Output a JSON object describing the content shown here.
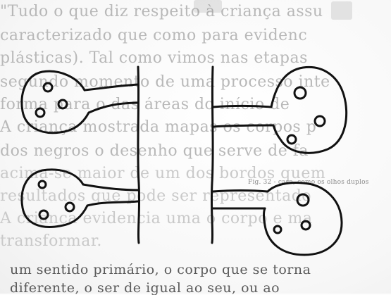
{
  "bleed_lines": [
    "\"Tudo o que diz respeito à criança assu",
    "caracterizado que como para evidenc",
    "plásticas). Tal como vimos nas etapas",
    "segundo momento de uma processo inte",
    "forma para o das áreas do início de",
    "A criança mostrada mapas os corpos p",
    "dos negros o desenho que serve de fa",
    "acima-se maior de um dos bordos quem",
    "resultados que pode ser representado",
    "A criança evidencia uma o corpo e ma",
    "transformar.",
    "um sentido primário, o corpo que se torna",
    "diferente, o ser de igual ao seu, ou ao"
  ],
  "caption": "Fig. 32 - casa, como os olhos duplos"
}
